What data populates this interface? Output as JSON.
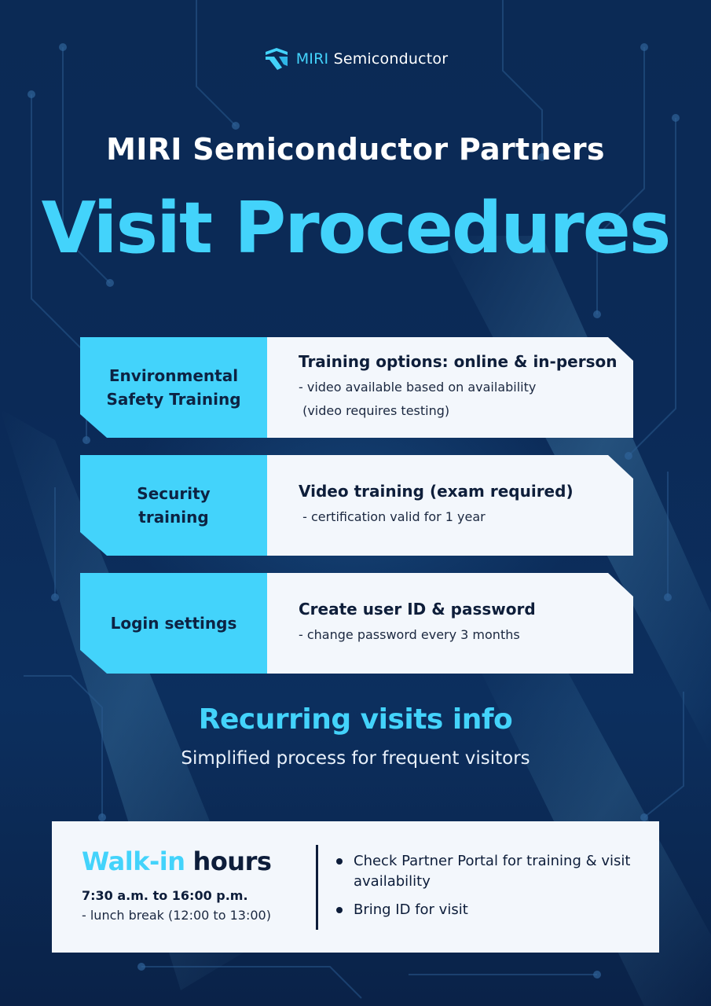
{
  "brand": {
    "accent_word": "MIRI",
    "rest_word": "Semiconductor",
    "logo_icon": "miri-logo-icon"
  },
  "header": {
    "subtitle": "MIRI Semiconductor Partners",
    "title": "Visit Procedures"
  },
  "steps": [
    {
      "label_lines": [
        "Environmental",
        "Safety Training"
      ],
      "title": "Training options: online & in-person",
      "lines": [
        "- video available based on availability",
        " (video requires testing)"
      ]
    },
    {
      "label_lines": [
        "Security",
        "training"
      ],
      "title": "Video training (exam required)",
      "lines": [
        " - certification valid for 1 year"
      ]
    },
    {
      "label_lines": [
        "Login settings"
      ],
      "title": "Create user ID & password",
      "lines": [
        "- change password every 3 months"
      ]
    }
  ],
  "recurring": {
    "title": "Recurring visits info",
    "subtitle": "Simplified process for frequent visitors"
  },
  "walkin": {
    "accent_word": "Walk-in",
    "rest_word": "hours",
    "time": "7:30 a.m. to 16:00 p.m.",
    "note": "- lunch break (12:00 to 13:00)",
    "bullets": [
      "Check Partner Portal for training & visit availability",
      "Bring ID for visit"
    ]
  },
  "colors": {
    "accent": "#43d3fb",
    "background": "#0b2a55",
    "card": "#f3f7fc",
    "text_dark": "#0d1d3a"
  }
}
